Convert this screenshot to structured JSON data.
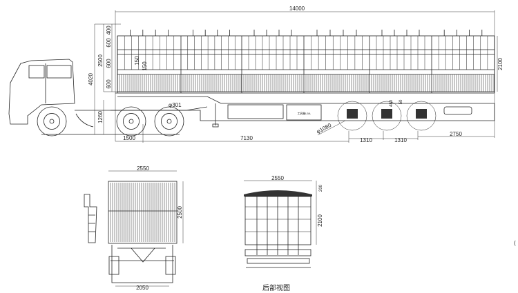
{
  "side_view": {
    "overall_length": "14000",
    "dim_top_400": "400",
    "dim_600_a": "600",
    "dim_600_b": "600",
    "dim_600_c": "600",
    "dim_body_height": "2500",
    "dim_total_height": "4020",
    "dim_150_a": "150",
    "dim_150_b": "150",
    "dim_fifth_wheel_height": "1260",
    "dim_front_overhang": "1500",
    "dim_wheelbase": "7130",
    "dim_axle_spacing_1": "1310",
    "dim_axle_spacing_2": "1310",
    "dim_rear_overhang": "2750",
    "dim_side_height": "2100",
    "dim_tire_diameter": "φ1080",
    "dim_480": "480",
    "dim_50": "50",
    "kingpin_label": "φ301",
    "toolbox_label": "工具箱L5A"
  },
  "front_view": {
    "width": "2550",
    "height": "2500",
    "track": "2050"
  },
  "rear_view": {
    "width": "2550",
    "roof": "200",
    "height": "2100",
    "caption": "后部视图"
  },
  "edge_mark": "("
}
